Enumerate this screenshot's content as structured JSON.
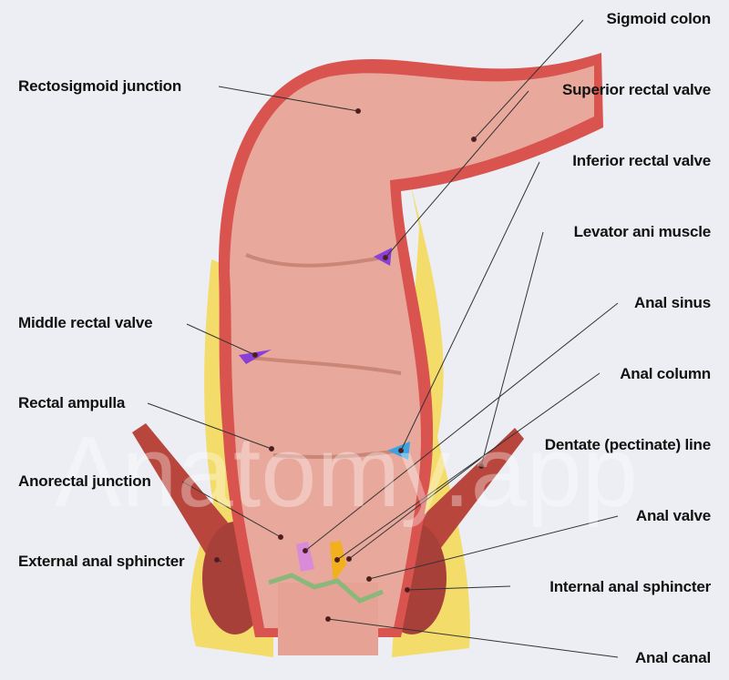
{
  "watermark": "Anatomy.app",
  "colors": {
    "mucosa": "#e9a89c",
    "wall": "#d9534f",
    "fat": "#f3dc6a",
    "muscle": "#b8463d",
    "valve_purple": "#8b3fd9",
    "valve_blue": "#3aa3e0",
    "column_yellow": "#f2b01e",
    "sinus_pink": "#d98ad8",
    "dentate_green": "#8ab87a",
    "background": "#eceef3"
  },
  "labels_left": [
    {
      "id": "rectosigmoid-junction",
      "text": "Rectosigmoid junction"
    },
    {
      "id": "middle-rectal-valve",
      "text": "Middle rectal valve"
    },
    {
      "id": "rectal-ampulla",
      "text": "Rectal ampulla"
    },
    {
      "id": "anorectal-junction",
      "text": "Anorectal junction"
    },
    {
      "id": "external-anal-sphincter",
      "text": "External anal sphincter"
    }
  ],
  "labels_right": [
    {
      "id": "sigmoid-colon",
      "text": "Sigmoid colon"
    },
    {
      "id": "superior-rectal-valve",
      "text": "Superior rectal valve"
    },
    {
      "id": "inferior-rectal-valve",
      "text": "Inferior rectal valve"
    },
    {
      "id": "levator-ani-muscle",
      "text": "Levator ani muscle"
    },
    {
      "id": "anal-sinus",
      "text": "Anal sinus"
    },
    {
      "id": "anal-column",
      "text": "Anal column"
    },
    {
      "id": "dentate-line",
      "text": "Dentate (pectinate) line"
    },
    {
      "id": "anal-valve",
      "text": "Anal valve"
    },
    {
      "id": "internal-anal-sphincter",
      "text": "Internal anal sphincter"
    },
    {
      "id": "anal-canal",
      "text": "Anal canal"
    }
  ]
}
